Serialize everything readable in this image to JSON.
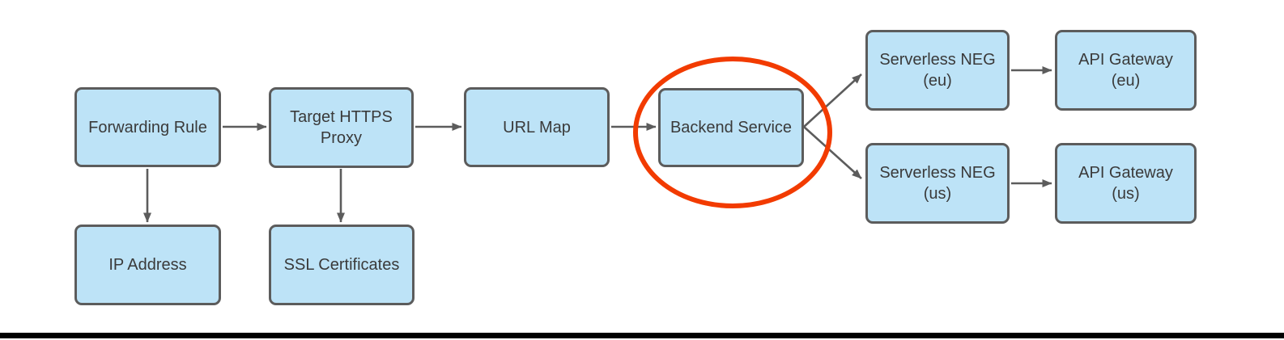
{
  "diagram": {
    "nodes": [
      {
        "id": "forwarding-rule",
        "label": "Forwarding Rule"
      },
      {
        "id": "target-https-proxy",
        "label": "Target HTTPS\nProxy"
      },
      {
        "id": "url-map",
        "label": "URL Map"
      },
      {
        "id": "backend-service",
        "label": "Backend Service",
        "highlighted": true
      },
      {
        "id": "serverless-neg-eu",
        "label": "Serverless NEG\n(eu)"
      },
      {
        "id": "api-gateway-eu",
        "label": "API Gateway\n(eu)"
      },
      {
        "id": "serverless-neg-us",
        "label": "Serverless NEG\n(us)"
      },
      {
        "id": "api-gateway-us",
        "label": "API Gateway\n(us)"
      },
      {
        "id": "ip-address",
        "label": "IP Address"
      },
      {
        "id": "ssl-certificates",
        "label": "SSL Certificates"
      }
    ],
    "edges": [
      {
        "from": "forwarding-rule",
        "to": "target-https-proxy"
      },
      {
        "from": "target-https-proxy",
        "to": "url-map"
      },
      {
        "from": "url-map",
        "to": "backend-service"
      },
      {
        "from": "backend-service",
        "to": "serverless-neg-eu"
      },
      {
        "from": "backend-service",
        "to": "serverless-neg-us"
      },
      {
        "from": "serverless-neg-eu",
        "to": "api-gateway-eu"
      },
      {
        "from": "serverless-neg-us",
        "to": "api-gateway-us"
      },
      {
        "from": "forwarding-rule",
        "to": "ip-address"
      },
      {
        "from": "target-https-proxy",
        "to": "ssl-certificates"
      }
    ],
    "annotation": {
      "shape": "ellipse",
      "around": "backend-service"
    }
  },
  "colors": {
    "background": "#ffffff",
    "node_fill": "#bde3f7",
    "node_stroke": "#5c5c5c",
    "text": "#3a3a3a",
    "edge": "#5c5c5c",
    "highlight": "#f23b00",
    "bottom_bar": "#000000"
  }
}
